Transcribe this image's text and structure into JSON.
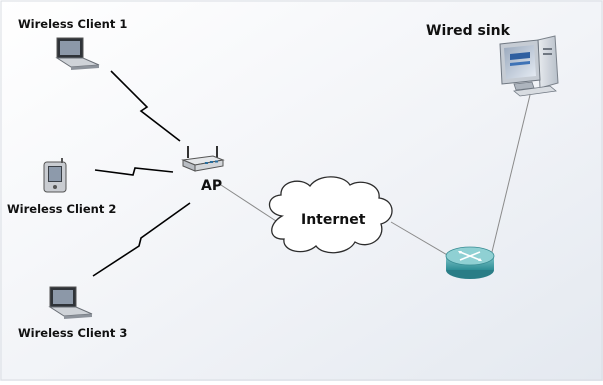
{
  "diagram": {
    "nodes": {
      "client1": {
        "label": "Wireless Client 1",
        "icon": "laptop-icon"
      },
      "client2": {
        "label": "Wireless Client 2",
        "icon": "pda-icon"
      },
      "client3": {
        "label": "Wireless Client 3",
        "icon": "laptop-icon"
      },
      "ap": {
        "label": "AP",
        "icon": "access-point-icon"
      },
      "internet": {
        "label": "Internet",
        "icon": "cloud-icon"
      },
      "router": {
        "icon": "router-icon"
      },
      "sink": {
        "label": "Wired sink",
        "icon": "desktop-computer-icon"
      }
    },
    "links": [
      {
        "from": "client1",
        "to": "ap",
        "type": "wireless"
      },
      {
        "from": "client2",
        "to": "ap",
        "type": "wireless"
      },
      {
        "from": "client3",
        "to": "ap",
        "type": "wireless"
      },
      {
        "from": "ap",
        "to": "internet",
        "type": "wired"
      },
      {
        "from": "internet",
        "to": "router",
        "type": "wired"
      },
      {
        "from": "router",
        "to": "sink",
        "type": "wired"
      }
    ],
    "colors": {
      "background_start": "#ffffff",
      "background_end": "#e9edf3",
      "wired": "#8a8a8a",
      "wireless": "#000000"
    }
  }
}
